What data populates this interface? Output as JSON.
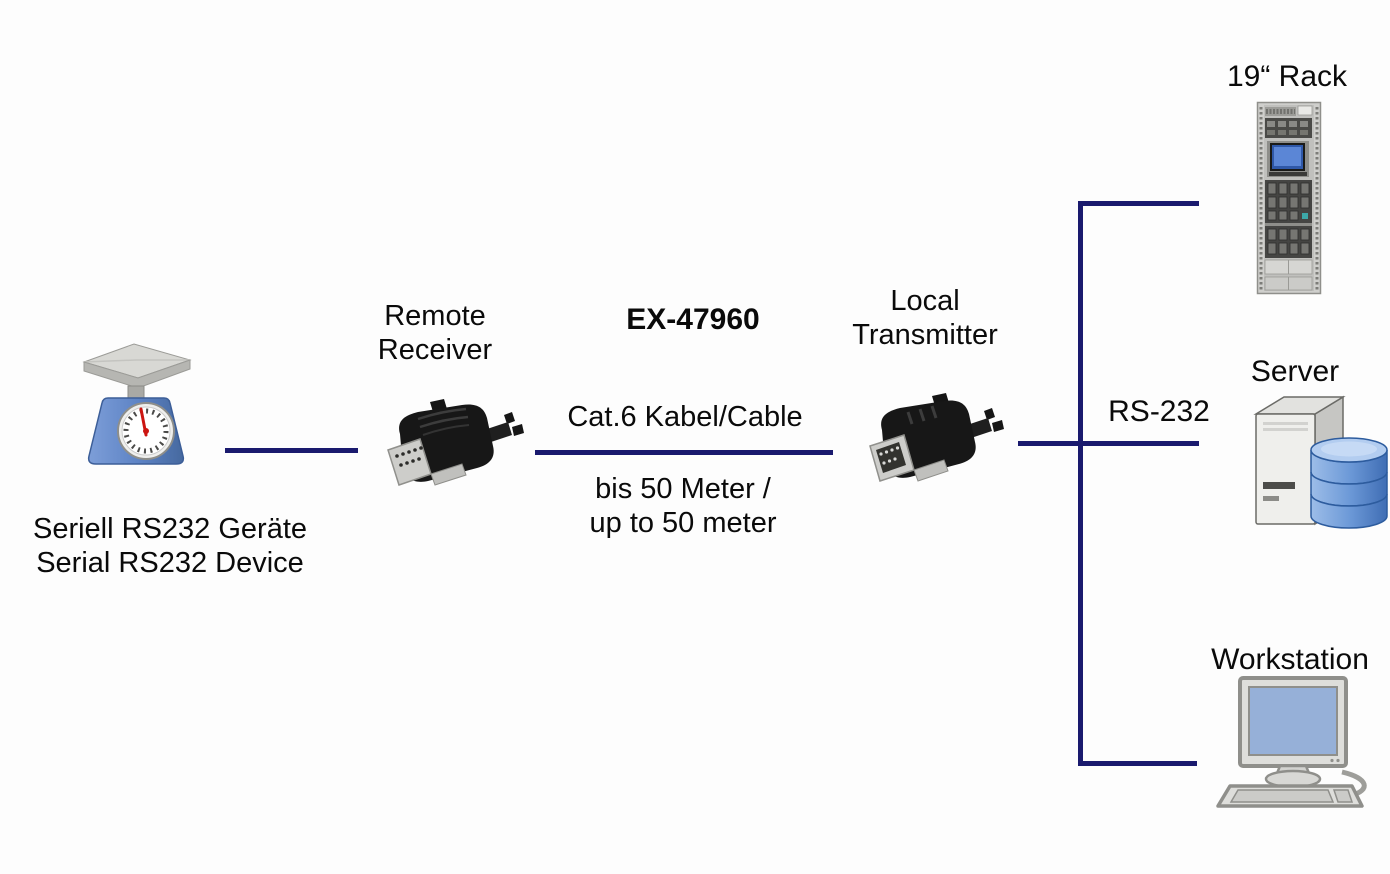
{
  "diagram": {
    "product": {
      "model": "EX-47960"
    },
    "source_device": {
      "label_line1": "Seriell RS232 Geräte",
      "label_line2": "Serial RS232 Device",
      "icon": "weighing-scale-icon"
    },
    "remote_unit": {
      "label_line1": "Remote",
      "label_line2": "Receiver",
      "icon": "db9-male-connector-icon"
    },
    "local_unit": {
      "label_line1": "Local",
      "label_line2": "Transmitter",
      "icon": "db9-female-connector-icon"
    },
    "cable": {
      "type_label": "Cat.6 Kabel/Cable",
      "length_line1": "bis 50 Meter /",
      "length_line2": "up to 50 meter"
    },
    "protocol_label": "RS-232",
    "endpoints": [
      {
        "label": "19“ Rack",
        "icon": "server-rack-icon"
      },
      {
        "label": "Server",
        "icon": "database-server-icon"
      },
      {
        "label": "Workstation",
        "icon": "desktop-workstation-icon"
      }
    ],
    "colors": {
      "connection_line": "#1a1a6e",
      "text": "#0a0a0a",
      "background": "#fdfdfd",
      "scale_body_blue": "#5c82c4",
      "scale_needle_red": "#cc1511",
      "rack_screen_blue": "#2f58a8",
      "database_blue": "#6d9ad8",
      "workstation_screen_blue": "#96b0d8"
    }
  }
}
